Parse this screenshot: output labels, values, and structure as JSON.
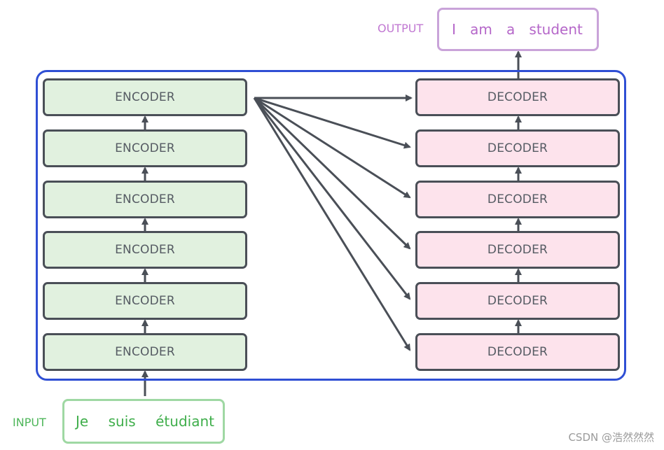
{
  "input": {
    "label": "INPUT",
    "words": [
      "Je",
      "suis",
      "étudiant"
    ]
  },
  "output": {
    "label": "OUTPUT",
    "words": [
      "I",
      "am",
      "a",
      "student"
    ]
  },
  "encoders": [
    "ENCODER",
    "ENCODER",
    "ENCODER",
    "ENCODER",
    "ENCODER",
    "ENCODER"
  ],
  "decoders": [
    "DECODER",
    "DECODER",
    "DECODER",
    "DECODER",
    "DECODER",
    "DECODER"
  ],
  "watermark": "CSDN @浩然然然",
  "colors": {
    "container_border": "#2f4fd4",
    "encoder_fill": "#e1f1df",
    "decoder_fill": "#fde3ec",
    "block_border": "#4a4f57",
    "arrow": "#4a4f57",
    "input_text": "#3fae4b",
    "input_border": "#9fd8a3",
    "output_text": "#b567c9",
    "output_border": "#c9a3d9"
  }
}
